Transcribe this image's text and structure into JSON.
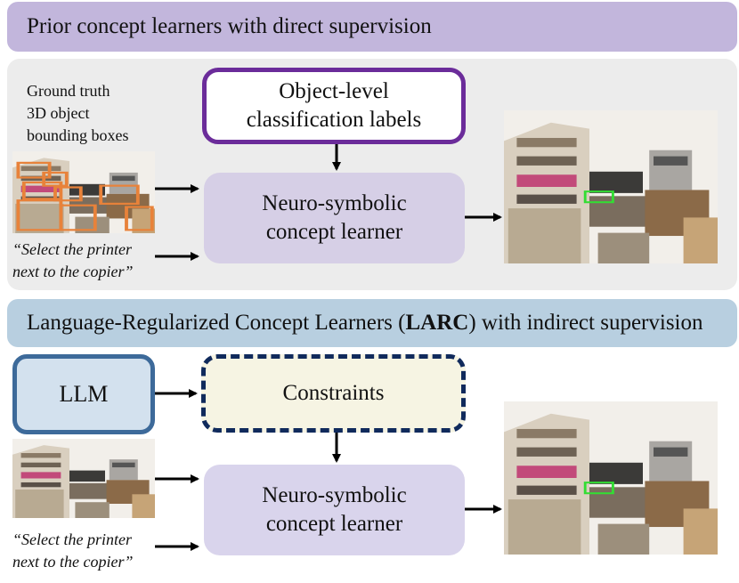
{
  "banners": {
    "top": "Prior concept learners with direct supervision",
    "middle_before": "Language-Regularized Concept Learners (",
    "middle_bold": "LARC",
    "middle_after": ") with indirect supervision"
  },
  "top_row": {
    "ground_truth_label": [
      "Ground truth",
      "3D object",
      "bounding boxes"
    ],
    "query": [
      "“Select the printer",
      "next to the copier”"
    ],
    "object_labels_box": [
      "Object-level",
      "classification labels"
    ],
    "learner_box": [
      "Neuro-symbolic",
      "concept learner"
    ]
  },
  "bottom_row": {
    "llm_box": "LLM",
    "constraints_box": "Constraints",
    "query": [
      "“Select the printer",
      "next to the copier”"
    ],
    "learner_box": [
      "Neuro-symbolic",
      "concept learner"
    ]
  },
  "colors": {
    "top_banner": "#c2b6dc",
    "middle_banner": "#b8cfe0",
    "object_label_border": "#6b2c9a",
    "llm_border": "#3d6a9a",
    "constraints_border": "#102a5c",
    "bbox_orange": "#e8823a",
    "selection_green": "#33dd33"
  }
}
